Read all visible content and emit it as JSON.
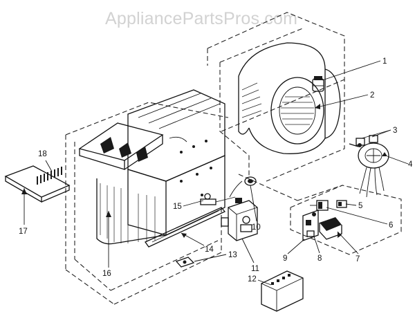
{
  "watermark": "AppliancePartsPros.com",
  "callouts": [
    {
      "id": "1",
      "label": "1"
    },
    {
      "id": "2",
      "label": "2"
    },
    {
      "id": "3",
      "label": "3"
    },
    {
      "id": "4",
      "label": "4"
    },
    {
      "id": "5",
      "label": "5"
    },
    {
      "id": "6",
      "label": "6"
    },
    {
      "id": "7",
      "label": "7"
    },
    {
      "id": "8",
      "label": "8"
    },
    {
      "id": "9",
      "label": "9"
    },
    {
      "id": "10",
      "label": "10"
    },
    {
      "id": "11",
      "label": "11"
    },
    {
      "id": "12",
      "label": "12"
    },
    {
      "id": "13",
      "label": "13"
    },
    {
      "id": "14",
      "label": "14"
    },
    {
      "id": "15",
      "label": "15"
    },
    {
      "id": "16",
      "label": "16"
    },
    {
      "id": "17",
      "label": "17"
    },
    {
      "id": "18",
      "label": "18"
    }
  ]
}
